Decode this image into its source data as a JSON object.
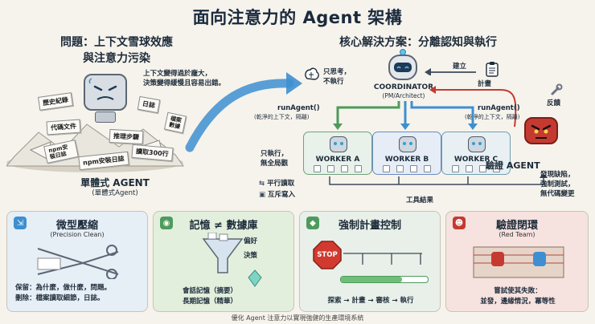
{
  "title": "面向注意力的 Agent 架構",
  "problem": {
    "heading_line1": "問題：上下文雪球效應",
    "heading_line2": "與注意力污染",
    "speech_line1": "上下文變得過於龐大，",
    "speech_line2": "決策變得緩慢且容易出錯。",
    "papers": [
      "歷史紀錄",
      "日誌",
      "檔案數據",
      "代碼文件",
      "推理步驟",
      "npm安裝日誌",
      "npm安裝日誌",
      "讀取300行"
    ],
    "agent_label": "單體式 AGENT",
    "agent_sublabel": "(單體式Agent)"
  },
  "solution": {
    "heading": "核心解決方案：分離認知與執行",
    "think_line1": "只思考，",
    "think_line2": "不執行",
    "coordinator": "COORDINATOR",
    "coordinator_sub": "(PM/Architect)",
    "build": "建立",
    "plan": "計畫",
    "feedback": "反饋",
    "run_left": "runAgent()",
    "run_left_sub": "(乾淨的上下文，隔離)",
    "run_right": "runAgent()",
    "run_right_sub": "(乾淨的上下文，隔離)",
    "exec_only_line1": "只執行，",
    "exec_only_line2": "無全局觀",
    "parallel_read": "平行讀取",
    "mutex_write": "互斥寫入",
    "workers": [
      "WORKER A",
      "WORKER B",
      "WORKER C"
    ],
    "tool_results": "工具結果",
    "verify_agent": "驗證 AGENT",
    "verify_line1": "發現缺陷，",
    "verify_line2": "強制測試，",
    "verify_line3": "無代碼變更"
  },
  "panels": {
    "micro": {
      "title": "微型壓縮",
      "subtitle": "(Precision Clean)",
      "keep": "保留：為什麼，做什麼，問題。",
      "delete": "刪除：檔案讀取細節，日誌。"
    },
    "memory": {
      "title": "記憶 ≠ 數據庫",
      "pref": "偏好",
      "decision": "決策",
      "session": "會話記憶（摘要）",
      "long_term": "長期記憶（精華）"
    },
    "plan": {
      "title": "強制計畫控制",
      "stop": "STOP",
      "flow": "探索 → 計畫 → 審核 → 執行"
    },
    "verify": {
      "title": "驗證閉環",
      "subtitle": "(Red Team)",
      "line1": "嘗試使其失敗：",
      "line2": "並發，邊緣情況，冪等性"
    }
  },
  "footer": "優化 Agent 注意力以實現強健的生產環境系統",
  "colors": {
    "accent_blue": "#3d8fd1",
    "accent_green": "#4e9a5c",
    "accent_red": "#c43a31",
    "panel_green": "#e3efdd",
    "panel_pink": "#f6e2df"
  }
}
